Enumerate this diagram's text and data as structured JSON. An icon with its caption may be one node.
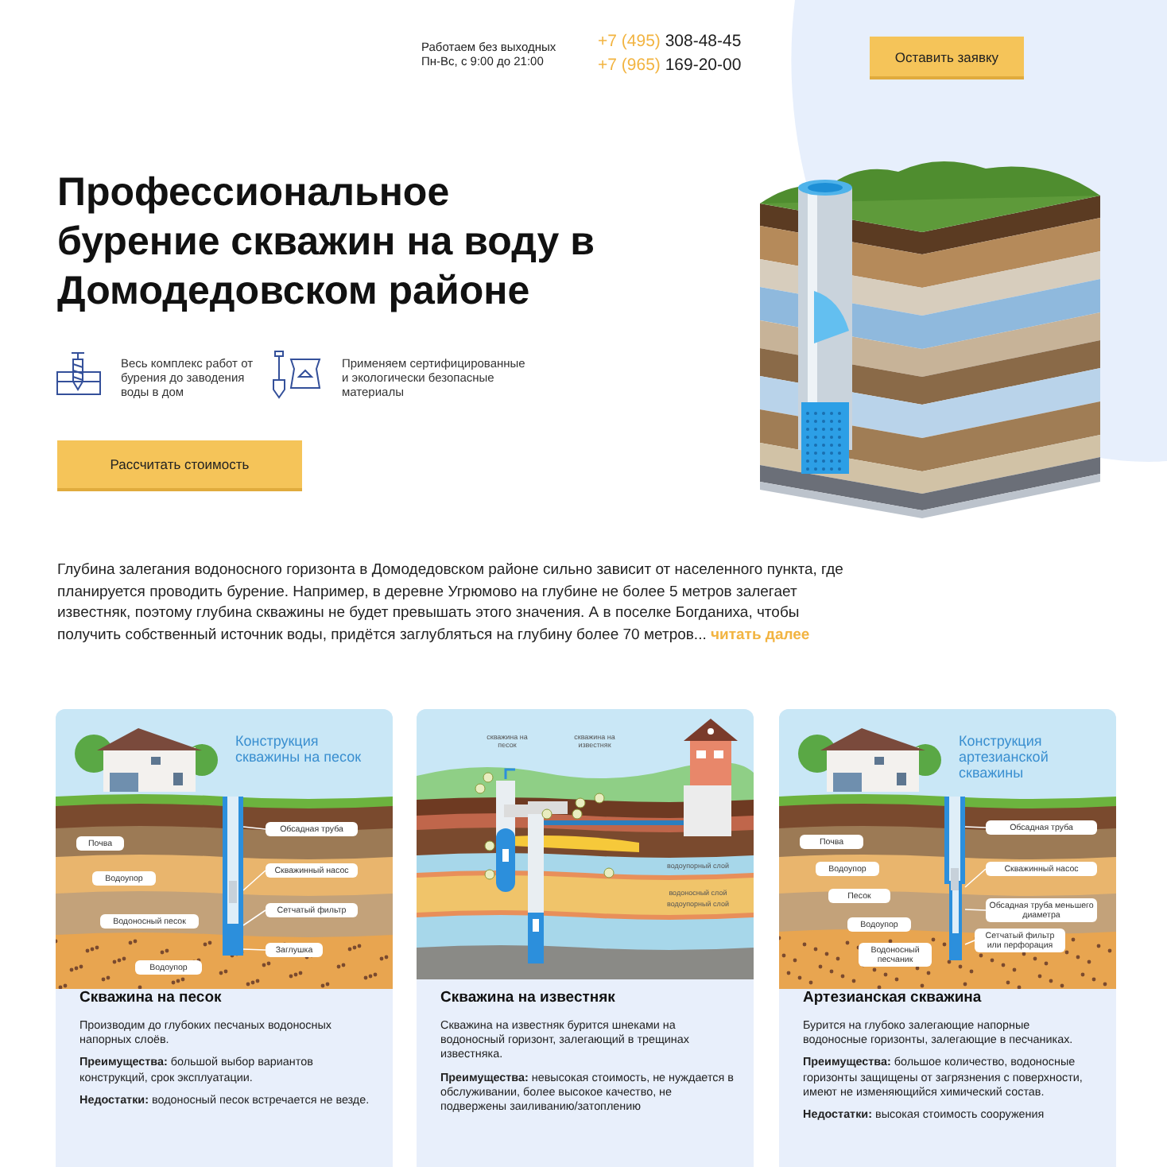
{
  "diagram": {
    "title": "Профессиональное бурение скважин **на воду** в Домодедовском районе",
    "nodes": [
      {
        "text": [
          "Скважина на песок",
          "Производим до глубоких песчаных водоносных напорных слоёв.",
          "**Преимущества:** большой выбор вариантов конструкций, срок эксплуатации.",
          "**Недостатки:** водоносный песок встречается не везде."
        ]
      },
      {
        "text": [
          "Почва"
        ],
        "in": 0
      },
      {
        "text": [
          "Водоупор"
        ],
        "in": 0
      },
      {
        "text": [
          "Водоносный песок"
        ],
        "in": 0
      },
      {
        "text": [
          "Водоупор"
        ],
        "in": 0
      },
      {
        "text": [
          "Обсадная труба"
        ],
        "in": 0
      },
      {
        "text": [
          "Скважинный насос"
        ],
        "in": 0
      },
      {
        "text": [
          "Сетчатый фильтр"
        ],
        "in": 0
      },
      {
        "text": [
          "Заглушка"
        ],
        "in": 0
      },
      {
        "text": [
          "Скважина на известняк",
          "Скважина на известняк бурится шнеками на водоносный горизонт, залегающий в трещинах известняка.",
          "**Преимущества:** невысокая стоимость, не нуждается в обслуживании, более высокое качество, не подвержены заиливанию/затоплению"
        ]
      },
      {
        "text": [
          "Артезианская скважина",
          "Бурится на глубоко залегающие напорные водоносные горизонты, залегающие в песчаниках.",
          "**Преимущества:** большое количество, водоносные горизонты защищены от загрязнения с поверхности, имеют не изменяющийся химический состав.",
          "**Недостатки:** высокая стоимость сооружения"
        ]
      },
      {
        "text": [
          "Почва"
        ],
        "in": 10
      },
      {
        "text": [
          "Водоупор"
        ],
        "in": 10
      },
      {
        "text": [
          "Песок"
        ],
        "in": 10
      },
      {
        "text": [
          "Водоупор"
        ],
        "in": 10
      },
      {
        "text": [
          "Водоносный песчаник"
        ],
        "in": 10
      },
      {
        "text": [
          "Обсадная труба"
        ],
        "in": 10
      },
      {
        "text": [
          "Скважинный насос"
        ],
        "in": 10
      },
      {
        "text": [
          "Обсадная труба меньшего диаметра"
        ],
        "in": 10
      },
      {
        "text": [
          "Сетчатый фильтр или перфорация"
        ],
        "in": 10
      },
      {
        "text": [],
        "shape": "cylinder",
        "in": 0
      },
      {
        "text": [],
        "shape": "cylinder",
        "in": 10
      }
    ],
    "edges": [
      {
        "from": 5,
        "to": 20,
        "arrow": "none"
      },
      {
        "from": 6,
        "to": 20,
        "arrow": "none"
      },
      {
        "from": 7,
        "to": 20,
        "arrow": "none"
      },
      {
        "from": 8,
        "to": 20,
        "arrow": "none"
      },
      {
        "from": 16,
        "to": 21,
        "arrow": "none"
      },
      {
        "from": 17,
        "to": 21,
        "arrow": "none"
      },
      {
        "from": 18,
        "to": 21,
        "arrow": "none"
      },
      {
        "from": 19,
        "to": 21,
        "arrow": "none"
      }
    ],
    "labels": [
      "Работаем без выходных Пн-Вс, с 9:00 до 21:00",
      "+7 (495) 308-48-45",
      "+7 (965) 169-20-00",
      "Оставить заявку",
      "Весь комплекс работ от бурения до заводения воды в дом",
      "Применяем сертифицированные и экологически безопасные материалы",
      "Рассчитать стоимость",
      "Глубина залегания водоносного горизонта в Домодедовском районе сильно зависит от населенного пункта, где планируется проводить бурение. Например, в деревне Угрюмово на глубине не более 5 метров залегает известняк, поэтому глубина скважины не будет превышать этого значения. А в поселке Богданиха, чтобы получить собственный источник воды, придётся заглубляться на глубину более 70 метров...",
      "читать далее",
      "Конструкция скважины на песок",
      "скважина на песок",
      "скважина на известняк",
      "водоупорный слой",
      "водоносный слой",
      "водоупорный слой",
      "Конструкция артезианской скважины"
    ]
  }
}
